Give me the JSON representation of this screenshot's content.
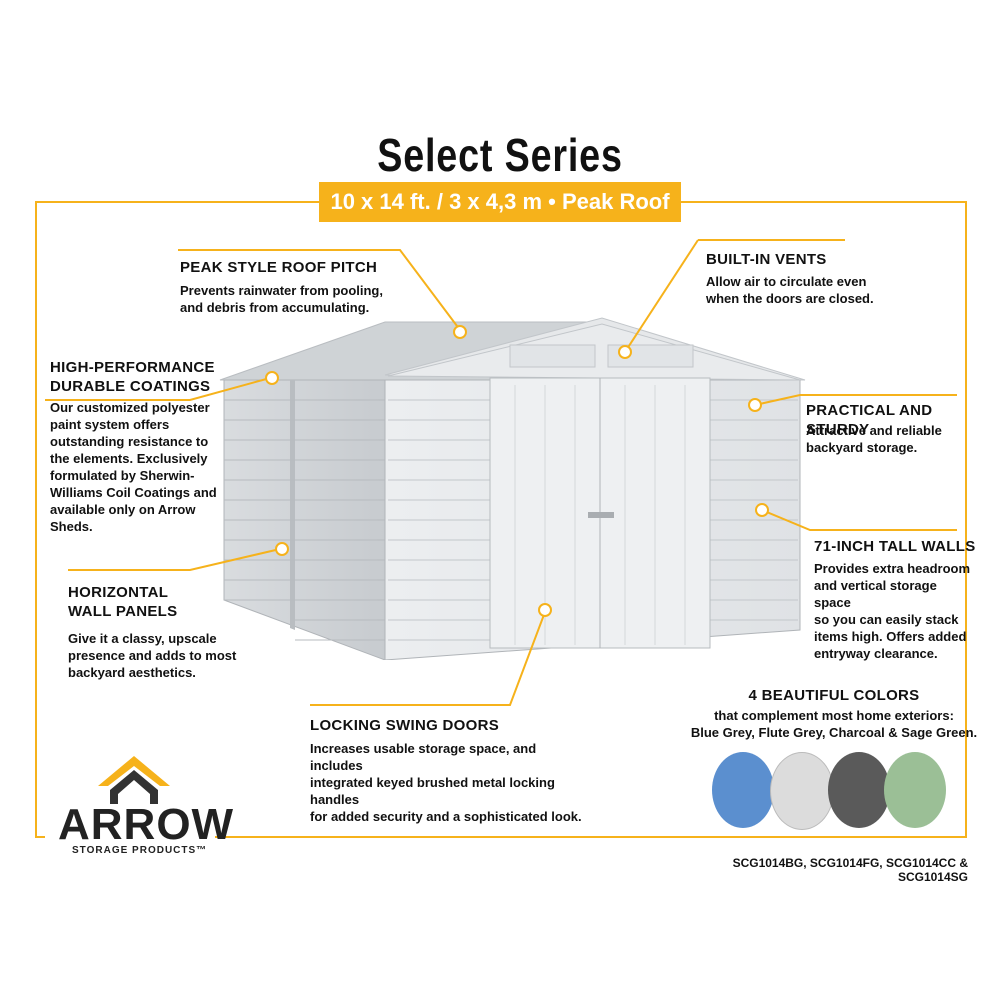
{
  "header": {
    "title": "Select Series",
    "subtitle": "10 x 14 ft. / 3 x 4,3 m  •  Peak Roof"
  },
  "features": {
    "roof": {
      "heading": "PEAK STYLE ROOF PITCH",
      "text": [
        "Prevents rainwater from pooling,",
        "and debris from accumulating."
      ]
    },
    "coatings": {
      "heading": [
        "HIGH-PERFORMANCE",
        "DURABLE COATINGS"
      ],
      "text": [
        "Our customized polyester",
        "paint system offers",
        "outstanding resistance to",
        "the elements. Exclusively",
        "formulated by Sherwin-",
        "Williams Coil Coatings and",
        "available only on Arrow Sheds."
      ]
    },
    "panels": {
      "heading": [
        "HORIZONTAL",
        "WALL PANELS"
      ],
      "text": [
        "Give it a classy, upscale",
        "presence and adds to most",
        "backyard aesthetics."
      ]
    },
    "vents": {
      "heading": "BUILT-IN VENTS",
      "text": [
        "Allow air to circulate even",
        "when the doors are closed."
      ]
    },
    "sturdy": {
      "heading": "PRACTICAL AND STURDY",
      "text": [
        "Attractive and reliable",
        "backyard storage."
      ]
    },
    "walls": {
      "heading": "71-INCH TALL WALLS",
      "text": [
        "Provides extra headroom",
        "and vertical storage space",
        "so you can easily stack",
        "items high. Offers added",
        "entryway clearance."
      ]
    },
    "doors": {
      "heading": "LOCKING SWING DOORS",
      "text": [
        "Increases usable storage space, and includes",
        "integrated keyed brushed metal locking handles",
        "for added security and a sophisticated look."
      ]
    }
  },
  "colors": {
    "heading": "4 BEAUTIFUL COLORS",
    "text": [
      "that complement most home exteriors:",
      "Blue Grey, Flute Grey, Charcoal & Sage Green."
    ],
    "swatches": [
      {
        "name": "Blue Grey",
        "hex": "#5b8fcf"
      },
      {
        "name": "Flute Grey",
        "hex": "#dcdcdc"
      },
      {
        "name": "Charcoal",
        "hex": "#5a5a5a"
      },
      {
        "name": "Sage Green",
        "hex": "#9bbf96"
      }
    ]
  },
  "models": "SCG1014BG, SCG1014FG, SCG1014CC & SCG1014SG",
  "brand": {
    "name": "ARROW",
    "tagline": "STORAGE PRODUCTS™"
  },
  "accent": "#f6b21b"
}
